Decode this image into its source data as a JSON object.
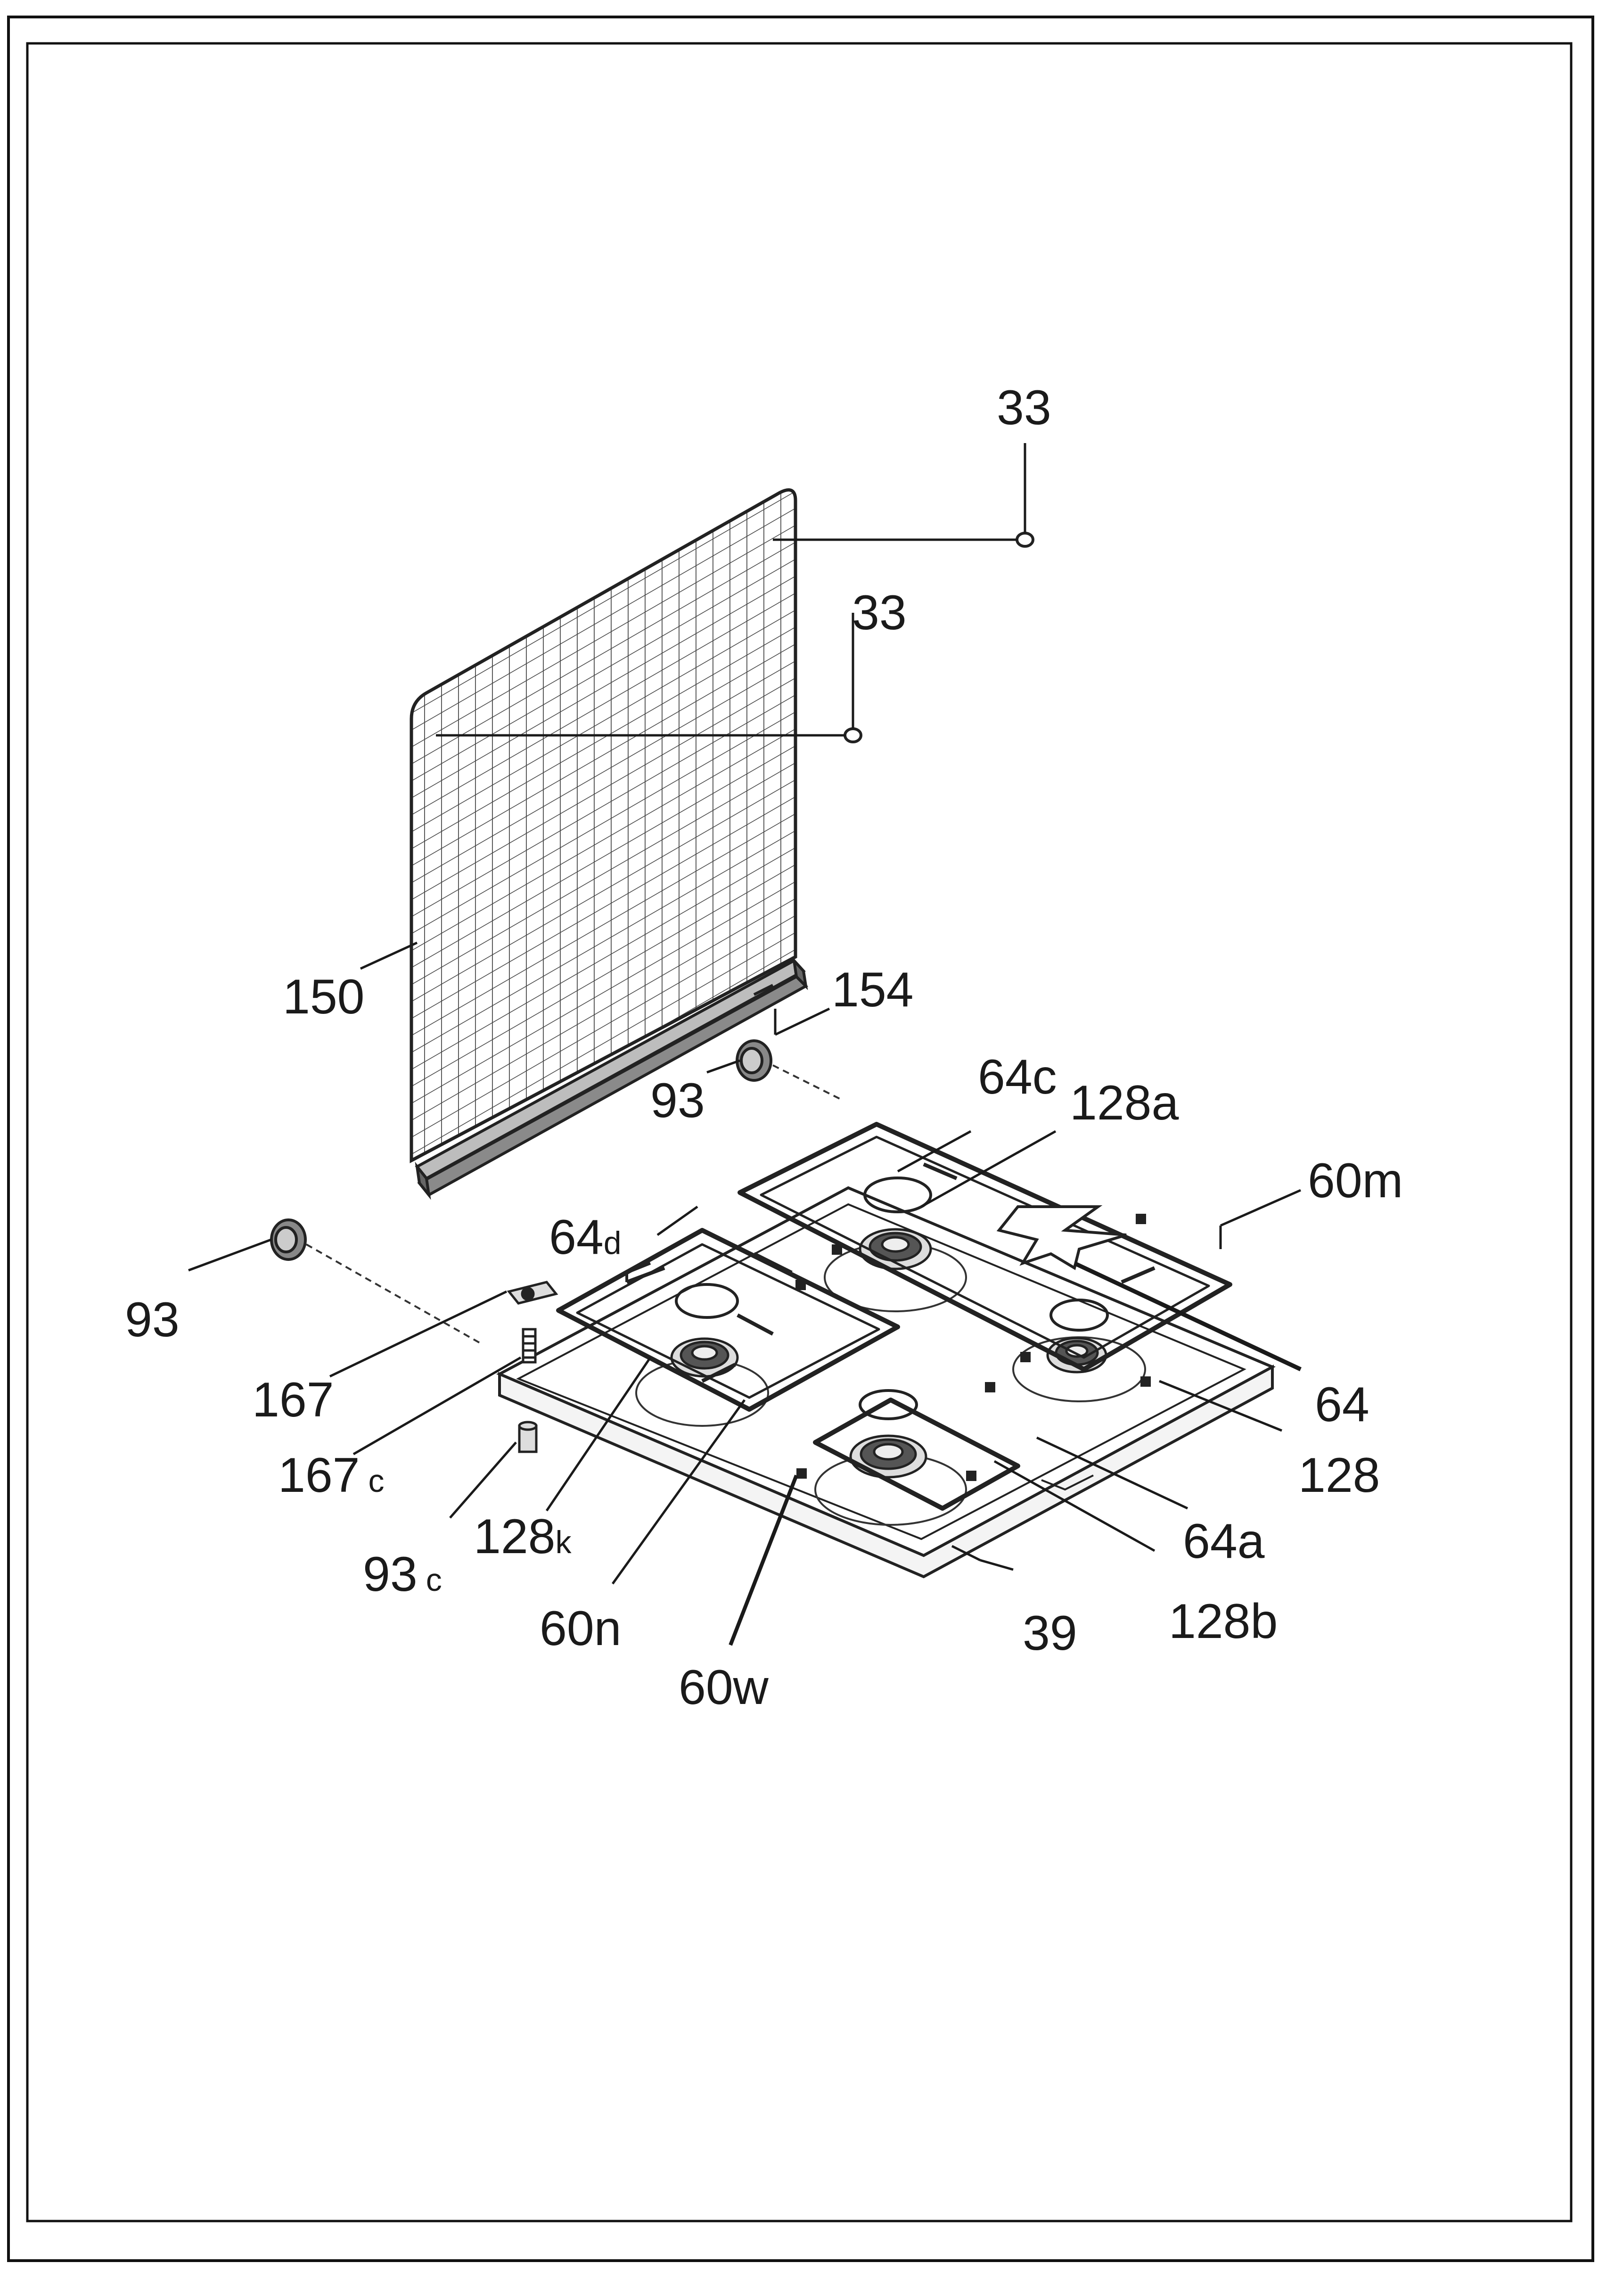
{
  "diagram": {
    "labels": {
      "33_top": "33",
      "33_mid": "33",
      "150": "150",
      "154": "154",
      "93_right": "93",
      "93_left": "93",
      "64c": "64c",
      "128a": "128a",
      "60m": "60m",
      "64d_main": "64",
      "64d_sub": "d",
      "167": "167",
      "167c_main": "167",
      "167c_sub": "c",
      "93c_main": "93",
      "93c_sub": "c",
      "128k_main": "128",
      "128k_sub": "k",
      "64": "64",
      "128": "128",
      "64a": "64a",
      "128b": "128b",
      "39": "39",
      "60n": "60n",
      "60w": "60w"
    }
  },
  "colors": {
    "line": "#1a1a1a",
    "frame": "#111111",
    "background": "#ffffff"
  }
}
